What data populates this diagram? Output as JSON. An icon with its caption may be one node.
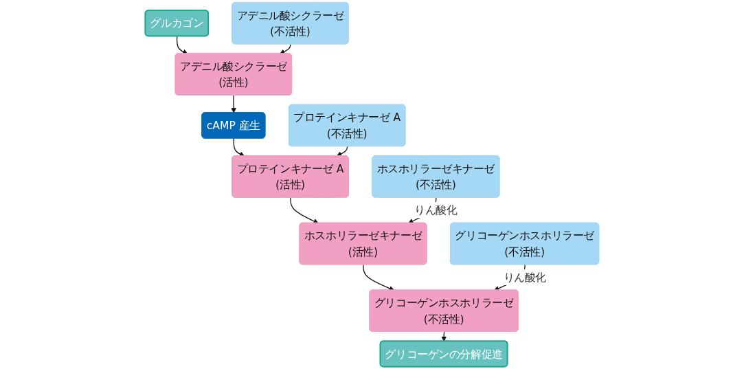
{
  "diagram": {
    "nodes": [
      {
        "text": [
          "グルカゴン"
        ]
      },
      {
        "text": [
          "アデニル酸シクラーゼ",
          "(不活性)"
        ]
      },
      {
        "text": [
          "アデニル酸シクラーゼ",
          "(活性)"
        ]
      },
      {
        "text": [
          "cAMP 産生"
        ]
      },
      {
        "text": [
          "プロテインキナーゼ A",
          "(不活性)"
        ]
      },
      {
        "text": [
          "プロテインキナーゼ A",
          "(活性)"
        ]
      },
      {
        "text": [
          "ホスホリラーゼキナーゼ",
          "(不活性)"
        ]
      },
      {
        "text": [
          "ホスホリラーゼキナーゼ",
          "(活性)"
        ]
      },
      {
        "text": [
          "グリコーゲンホスホリラーゼ",
          "(不活性)"
        ]
      },
      {
        "text": [
          "グリコーゲンホスホリラーゼ",
          "(不活性)"
        ]
      },
      {
        "text": [
          "グリコーゲンの分解促進"
        ]
      }
    ],
    "edges": [
      {
        "from": 0,
        "to": 2,
        "arrow": "to"
      },
      {
        "from": 1,
        "to": 2,
        "arrow": "to"
      },
      {
        "from": 2,
        "to": 3,
        "arrow": "to"
      },
      {
        "from": 3,
        "to": 5,
        "arrow": "to"
      },
      {
        "from": 4,
        "to": 5,
        "arrow": "to"
      },
      {
        "from": 5,
        "to": 7,
        "arrow": "to"
      },
      {
        "from": 6,
        "to": 7,
        "arrow": "to",
        "label": "りん酸化"
      },
      {
        "from": 7,
        "to": 9,
        "arrow": "to"
      },
      {
        "from": 8,
        "to": 9,
        "arrow": "to",
        "label": "りん酸化"
      },
      {
        "from": 9,
        "to": 10,
        "arrow": "to"
      }
    ]
  }
}
